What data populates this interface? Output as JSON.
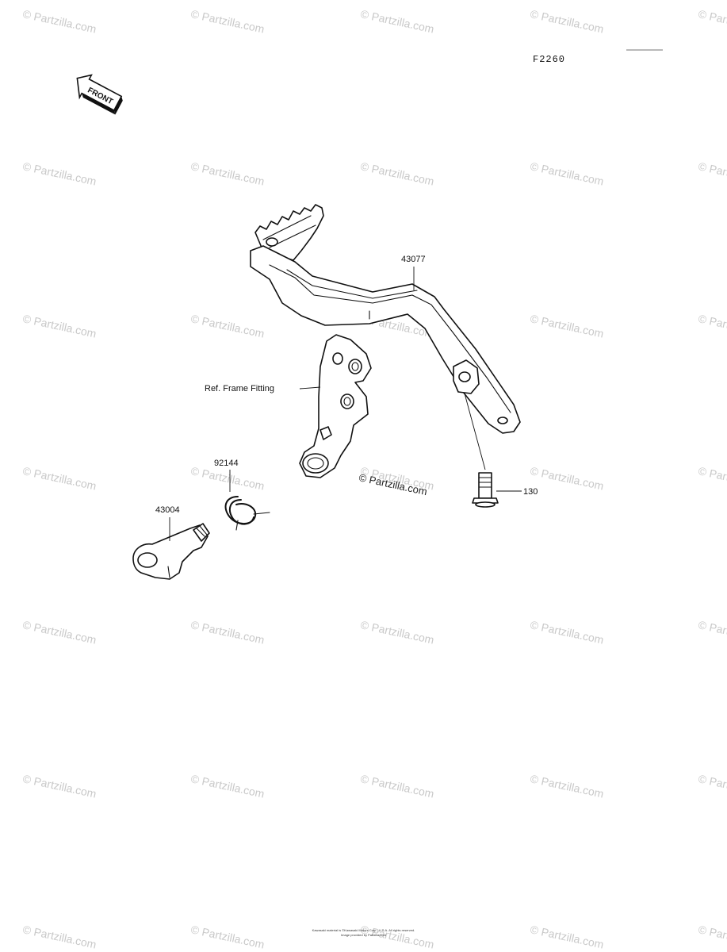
{
  "diagram_code": "F2260",
  "front_label": "FRONT",
  "watermark": "© Partzilla.com",
  "center_watermark": "© Partzilla.com",
  "parts": [
    {
      "id": "brake-pedal",
      "number": "43077"
    },
    {
      "id": "frame-fitting",
      "number": "Ref. Frame Fitting"
    },
    {
      "id": "spring",
      "number": "92144"
    },
    {
      "id": "shaft",
      "number": "43004"
    },
    {
      "id": "bolt",
      "number": "130"
    }
  ],
  "footer": {
    "line1": "Kawasaki material is ©Kawasaki Motors Corp., U.S.A. All rights reserved.",
    "line2": "Image provided by Partzilla.com"
  }
}
